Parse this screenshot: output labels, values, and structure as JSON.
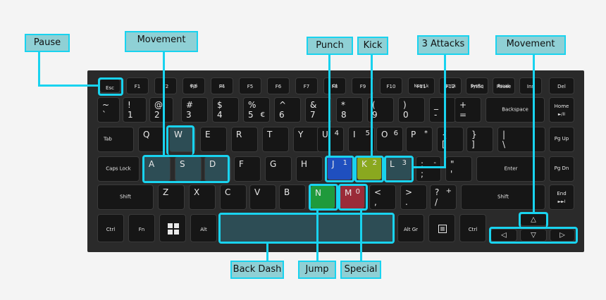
{
  "labels": {
    "pause": "Pause",
    "movement_left": "Movement",
    "punch": "Punch",
    "kick": "Kick",
    "attacks": "3 Attacks",
    "movement_right": "Movement",
    "back_dash": "Back Dash",
    "jump": "Jump",
    "special": "Special"
  },
  "colors": {
    "accent": "#19d3ef",
    "label_fill": "#8fd0d5",
    "punch_key": "#1f4fbf",
    "kick_key": "#8aa81f",
    "jump_key": "#1f9a3c",
    "special_key": "#9a2b38"
  },
  "keyboard": {
    "fn_row": [
      "Esc",
      "F1",
      "F2",
      "F3",
      "F4",
      "F5",
      "F6",
      "F7",
      "F8",
      "F9",
      "F10",
      "F11",
      "F12",
      "PrtSc",
      "Pause",
      "Ins",
      "Del"
    ],
    "fn_row_sub": [
      "",
      "",
      "",
      "6y6",
      "z'",
      "",
      "",
      "",
      "Ol",
      "",
      "",
      "NumLk",
      "ScrLk",
      "SysRq",
      "Break",
      "",
      ""
    ],
    "num_row_top": [
      "~",
      "!",
      "@",
      "#",
      "$",
      "%",
      "^",
      "&",
      "*",
      "(",
      ")",
      "_",
      "+"
    ],
    "num_row_bottom": [
      "`",
      "1",
      "2",
      "3",
      "4",
      "5",
      "6",
      "7",
      "8",
      "9",
      "0",
      "-",
      "="
    ],
    "num_row_extra": [
      "",
      "",
      "",
      "",
      "",
      "€",
      "",
      "",
      "",
      "",
      "",
      "",
      ""
    ],
    "backspace": "Backspace",
    "home": "Home",
    "home_sub": "►/II",
    "tab": "Tab",
    "q_row": [
      "Q",
      "W",
      "E",
      "R",
      "T",
      "Y",
      "U",
      "I",
      "O",
      "P"
    ],
    "q_row_sub": [
      "",
      "",
      "",
      "",
      "",
      "",
      "4",
      "5",
      "6",
      "*"
    ],
    "brace_top": [
      "{",
      "}",
      "|"
    ],
    "brace_bottom": [
      "[",
      "]",
      "\\"
    ],
    "pgup": "Pg Up",
    "caps": "Caps Lock",
    "a_row": [
      "A",
      "S",
      "D",
      "F",
      "G",
      "H",
      "J",
      "K",
      "L"
    ],
    "a_row_sub": [
      "",
      "",
      "",
      "",
      "",
      "",
      "1",
      "2",
      "3"
    ],
    "semi_top": ":",
    "semi_bottom": ";",
    "semi_sub": "-",
    "quote_top": "\"",
    "quote_bottom": "'",
    "enter": "Enter",
    "pgdn": "Pg Dn",
    "shift": "Shift",
    "z_row": [
      "Z",
      "X",
      "C",
      "V",
      "B",
      "N",
      "M"
    ],
    "z_row_sub": [
      "",
      "",
      "",
      "",
      "",
      "",
      "0"
    ],
    "comma_top": "<",
    "comma_bottom": ",",
    "dot_top": ">",
    "dot_bottom": ".",
    "slash_top": "?",
    "slash_bottom": "/",
    "slash_sub": "+",
    "shift_right": "Shift",
    "end": "End",
    "end_sub": "►►I",
    "ctrl": "Ctrl",
    "fn": "Fn",
    "alt": "Alt",
    "altgr": "Alt Gr",
    "ctrl_right": "Ctrl",
    "arrow_up": "△",
    "arrow_left": "◁",
    "arrow_down": "▽",
    "arrow_right": "▷"
  }
}
